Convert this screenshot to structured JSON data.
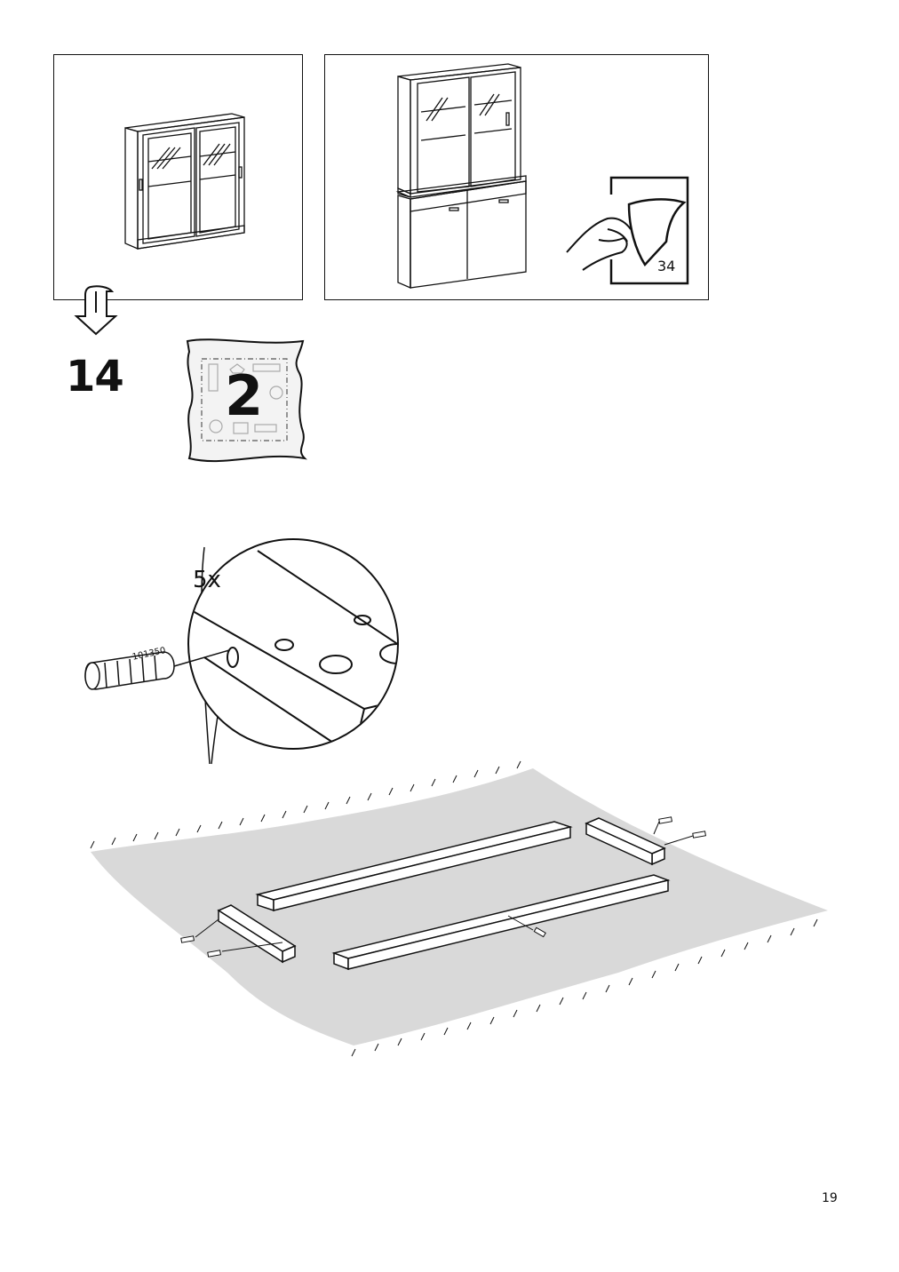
{
  "step": {
    "number": "14"
  },
  "page": {
    "number": "19"
  },
  "reference": {
    "page": "34"
  },
  "fitting_bag": {
    "count": "2"
  },
  "detail": {
    "quantity": "5x",
    "part_number": "101350"
  },
  "icons": [
    "down-arrow-icon",
    "fitting-bag-icon",
    "hand-peel-icon",
    "dowel-icon"
  ]
}
